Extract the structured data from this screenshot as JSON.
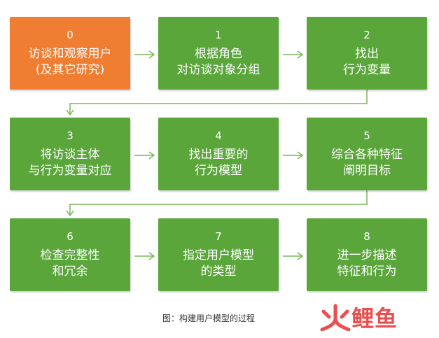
{
  "colors": {
    "green": "#5aa63b",
    "orange": "#ef7d32",
    "connector": "#7ab65a",
    "brand": "#ea4f4f"
  },
  "steps": [
    {
      "num": "0",
      "line1": "访谈和观察用户",
      "line2": "(及其它研究)",
      "color": "orange"
    },
    {
      "num": "1",
      "line1": "根据角色",
      "line2": "对访谈对象分组",
      "color": "green"
    },
    {
      "num": "2",
      "line1": "找出",
      "line2": "行为变量",
      "color": "green"
    },
    {
      "num": "3",
      "line1": "将访谈主体",
      "line2": "与行为变量对应",
      "color": "green"
    },
    {
      "num": "4",
      "line1": "找出重要的",
      "line2": "行为模型",
      "color": "green"
    },
    {
      "num": "5",
      "line1": "综合各种特征",
      "line2": "阐明目标",
      "color": "green"
    },
    {
      "num": "6",
      "line1": "检查完整性",
      "line2": "和冗余",
      "color": "green"
    },
    {
      "num": "7",
      "line1": "指定用户模型",
      "line2": "的类型",
      "color": "green"
    },
    {
      "num": "8",
      "line1": "进一步描述",
      "line2": "特征和行为",
      "color": "green"
    }
  ],
  "caption": "图：构建用户模型的过程",
  "logo": {
    "text": "鲤鱼"
  }
}
